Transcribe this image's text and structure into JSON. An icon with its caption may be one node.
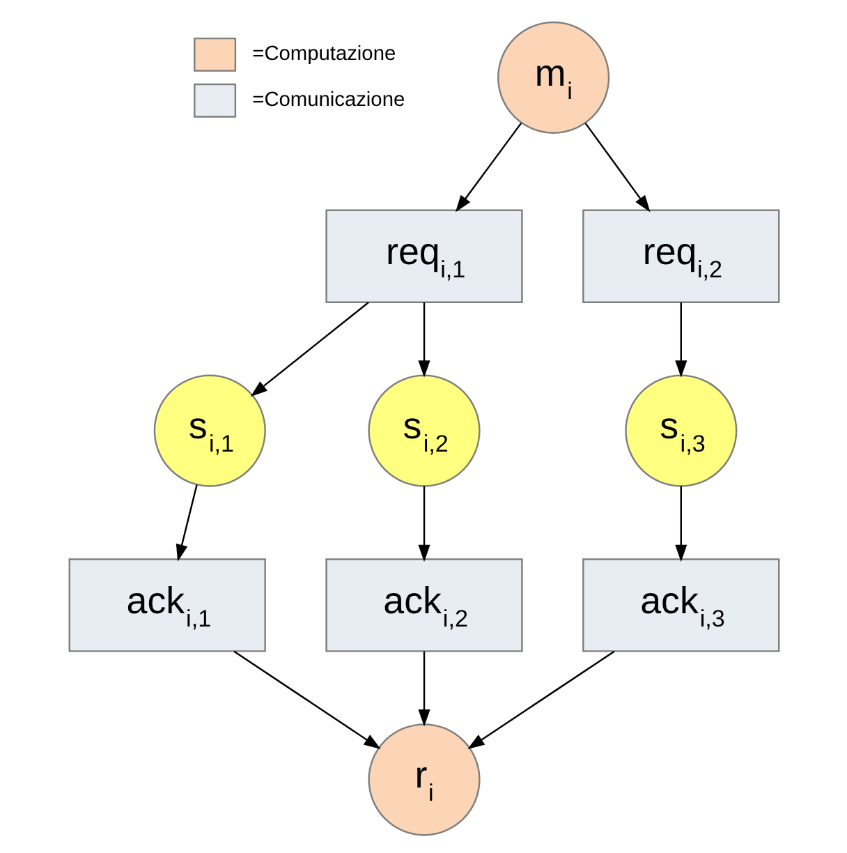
{
  "diagram": {
    "nodes": [
      {
        "text": [
          "m$_{i}$"
        ]
      },
      {
        "text": [
          "req$_{i,1}$"
        ]
      },
      {
        "text": [
          "req$_{i,2}$"
        ]
      },
      {
        "text": [
          "s$_{i,1}$"
        ]
      },
      {
        "text": [
          "s$_{i,2}$"
        ]
      },
      {
        "text": [
          "s$_{i,3}$"
        ]
      },
      {
        "text": [
          "ack$_{i,1}$"
        ]
      },
      {
        "text": [
          "ack$_{i,2}$"
        ]
      },
      {
        "text": [
          "ack$_{i,3}$"
        ]
      },
      {
        "text": [
          "r$_{i}$"
        ]
      }
    ],
    "edges": [
      {
        "from": 0,
        "to": 1,
        "arrow": "to"
      },
      {
        "from": 0,
        "to": 2,
        "arrow": "to"
      },
      {
        "from": 1,
        "to": 3,
        "arrow": "to"
      },
      {
        "from": 1,
        "to": 4,
        "arrow": "to"
      },
      {
        "from": 2,
        "to": 5,
        "arrow": "to"
      },
      {
        "from": 3,
        "to": 6,
        "arrow": "to"
      },
      {
        "from": 4,
        "to": 7,
        "arrow": "to"
      },
      {
        "from": 5,
        "to": 8,
        "arrow": "to"
      },
      {
        "from": 6,
        "to": 9,
        "arrow": "to"
      },
      {
        "from": 7,
        "to": 9,
        "arrow": "to"
      },
      {
        "from": 8,
        "to": 9,
        "arrow": "to"
      }
    ],
    "legend": [
      {
        "text": "=Computazione",
        "color": "#fbd5b5"
      },
      {
        "text": "=Comunicazione",
        "color": "#e8edf4"
      }
    ]
  }
}
